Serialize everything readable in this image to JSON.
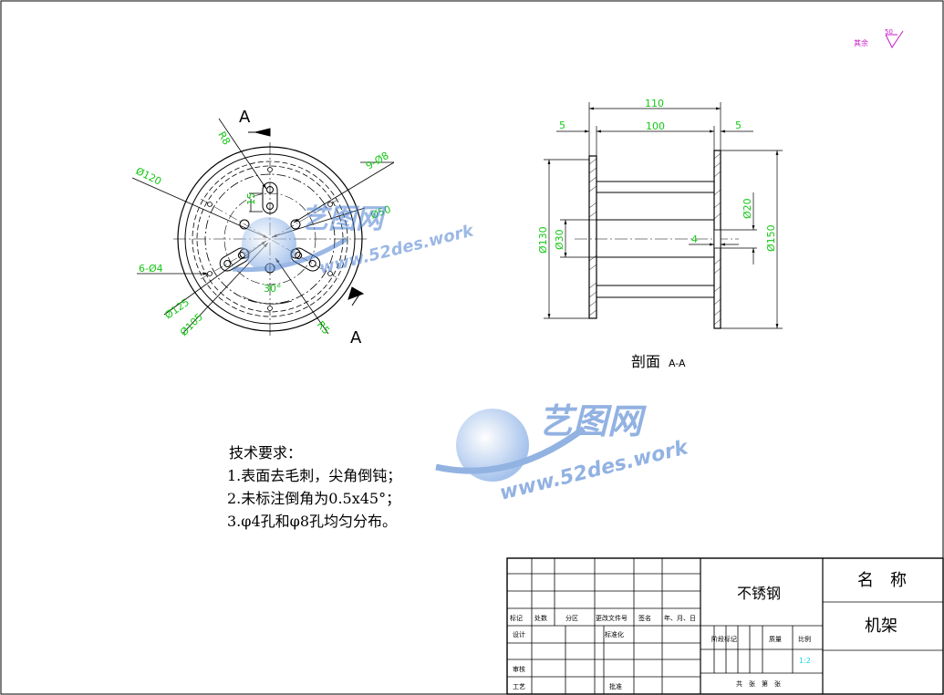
{
  "colors": {
    "dimension": "#14c814",
    "outline": "#000000",
    "title_cyan": "#19d2e6",
    "watermark": "#4a7fd0",
    "roughness": "#c818c8"
  },
  "corner_note": {
    "text": "其余",
    "roughness_value": "50"
  },
  "front_view": {
    "section_mark": "A",
    "labels": {
      "r8": "R8",
      "holes_9_d8": "9-Ø8",
      "d120": "Ø120",
      "d15": "15",
      "d50": "Ø50",
      "holes_6_d4": "6-Ø4",
      "d125": "Ø125",
      "d105": "Ø105",
      "angle_30": "30°",
      "r5": "R5"
    }
  },
  "section_view": {
    "dims": {
      "w110": "110",
      "w100": "100",
      "w5_left": "5",
      "w5_right": "5",
      "d130": "Ø130",
      "d30": "Ø30",
      "d20": "Ø20",
      "d150": "Ø150",
      "d4": "4"
    },
    "caption": {
      "main": "剖面",
      "sub": "A-A"
    }
  },
  "tech_requirements": {
    "title": "技术要求：",
    "items": [
      "1.表面去毛刺，尖角倒钝；",
      "2.未标注倒角为0.5x45°；",
      "3.φ4孔和φ8孔均匀分布。"
    ]
  },
  "watermark": {
    "brand": "艺图网",
    "url": "www.52des.work"
  },
  "title_block": {
    "material": "不锈钢",
    "name_label": "名　称",
    "part_name": "机架",
    "scale": "1:2",
    "header_row": [
      "标记",
      "处数",
      "分区",
      "更改文件号",
      "签名",
      "年、月、日"
    ],
    "design": "设计",
    "standardize": "标准化",
    "review": "审核",
    "process": "工艺",
    "approve": "批准",
    "stage_mark": "阶段标记",
    "mass": "质量",
    "ratio": "比例",
    "sheets": "共　张　第　张"
  }
}
